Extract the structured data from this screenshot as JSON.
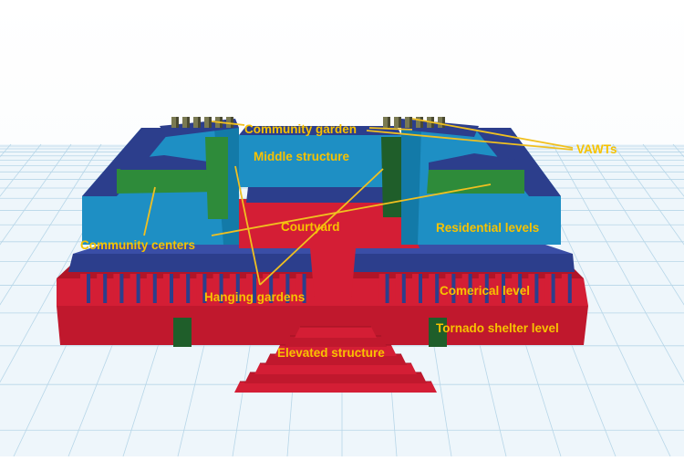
{
  "labels": {
    "community_garden": "Community garden",
    "vawts": "VAWTs",
    "middle_structure": "Middle structure",
    "courtyard": "Courtyard",
    "residential_levels": "Residential levels",
    "community_centers": "Community centers",
    "hanging_gardens": "Hanging gardens",
    "comerical_level": "Comerical level",
    "tornado_shelter_level": "Tornado shelter level",
    "elevated_structure": "Elevated structure"
  },
  "colors": {
    "label_text": "#f7c200",
    "leader_line": "#f0c020",
    "shelter_red": "#d41e35",
    "commercial_blue": "#2c3e8c",
    "residential_cyan": "#1e8fc4",
    "garden_green": "#2e8b3a",
    "grid_line": "#b7d6e8",
    "sky": "#ffffff"
  }
}
